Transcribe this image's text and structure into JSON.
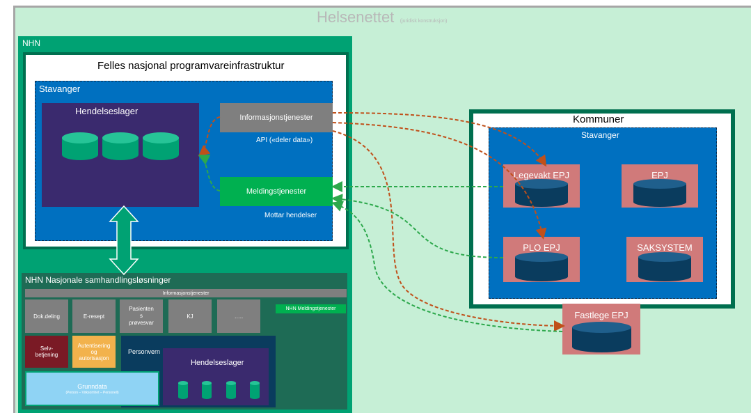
{
  "helsenettet": {
    "title": "Helsenettet",
    "subtitle": "(juridisk konstruksjon)"
  },
  "nhn": {
    "label": "NHN",
    "felles_title": "Felles nasjonal programvareinfrastruktur",
    "stavanger_label": "Stavanger",
    "hendelseslager": "Hendelseslager",
    "informasjonstjenester": "Informasjonstjenester",
    "api_label": "API («deler data»)",
    "meldingstjenester": "Meldingstjenester",
    "mottar_hendelser": "Mottar hendelser"
  },
  "nasjonale": {
    "title": "NHN Nasjonale samhandlingsløsninger",
    "info_bar": "Informasjonstjenester",
    "tiles": [
      "Dok.deling",
      "E-resept",
      "Pasienten s prøvesvar",
      "KJ",
      "….."
    ],
    "meldingstjenester": "NHN Meldingstjenester",
    "selvbetjening": "Selv-betjening",
    "autentisering": "Autentisering og autorisasjon",
    "personvern": "Personvern",
    "hendelseslager": "Hendelseslager",
    "grunndata_title": "Grunndata",
    "grunndata_sub": "(Person – Virksomhet – Personell)"
  },
  "kommuner": {
    "title": "Kommuner",
    "stavanger_label": "Stavanger",
    "systems": [
      "Legevakt EPJ",
      "EPJ",
      "PLO EPJ",
      "SAKSYSTEM"
    ],
    "fastlege": "Fastlege EPJ"
  },
  "colors": {
    "helsenett_bg": "#c6efd6",
    "nhn_green": "#00a273",
    "dark_green": "#006f4f",
    "blue": "#0070c0",
    "purple": "#3a2a6e",
    "grey": "#7f7f7f",
    "bright_green": "#00b050",
    "pink": "#d07a7a",
    "navy": "#0a3c5e",
    "cyl_green": "#00a273",
    "arrow_orange": "#c0501a",
    "arrow_green": "#2da84c"
  }
}
